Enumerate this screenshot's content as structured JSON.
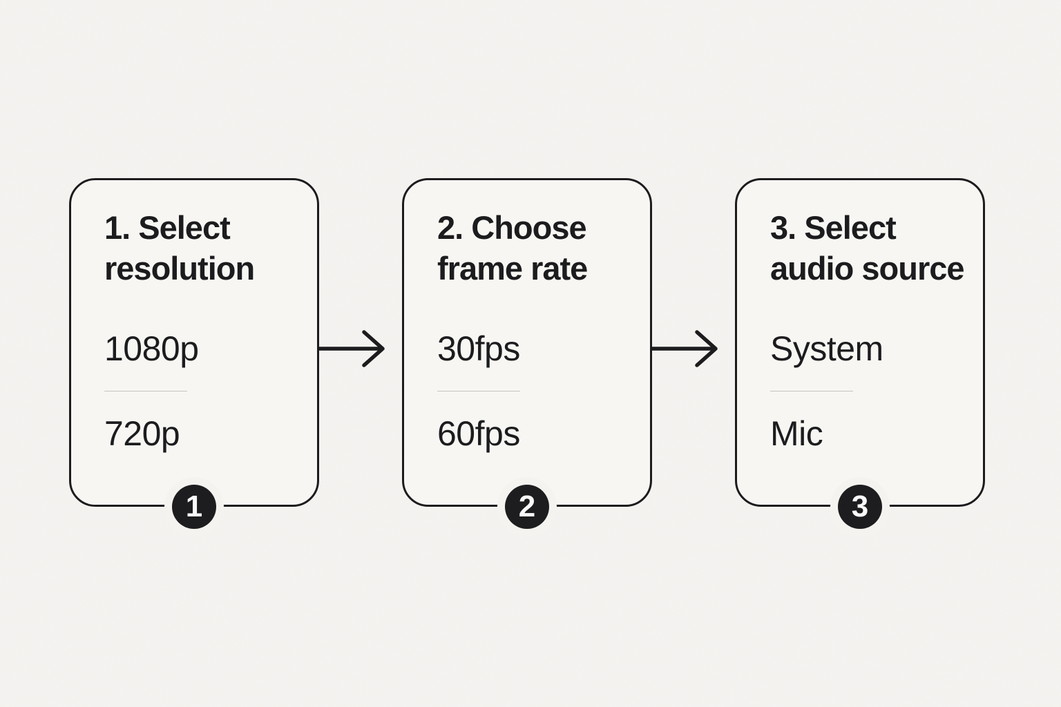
{
  "page": {
    "background_color": "#f4f3f0",
    "card_background_color": "#f7f6f3",
    "ink_color": "#1c1c1e",
    "badge_background_color": "#1d1d1f",
    "badge_text_color": "#fafafa",
    "divider_color": "#c6c4c0"
  },
  "steps": [
    {
      "badge": "1",
      "title": "1. Select\nresolution",
      "options": [
        "1080p",
        "720p"
      ]
    },
    {
      "badge": "2",
      "title": "2. Choose\nframe rate",
      "options": [
        "30fps",
        "60fps"
      ]
    },
    {
      "badge": "3",
      "title": "3. Select\naudio source",
      "options": [
        "System",
        "Mic"
      ]
    }
  ],
  "arrows": {
    "direction": "right",
    "count": 2
  }
}
